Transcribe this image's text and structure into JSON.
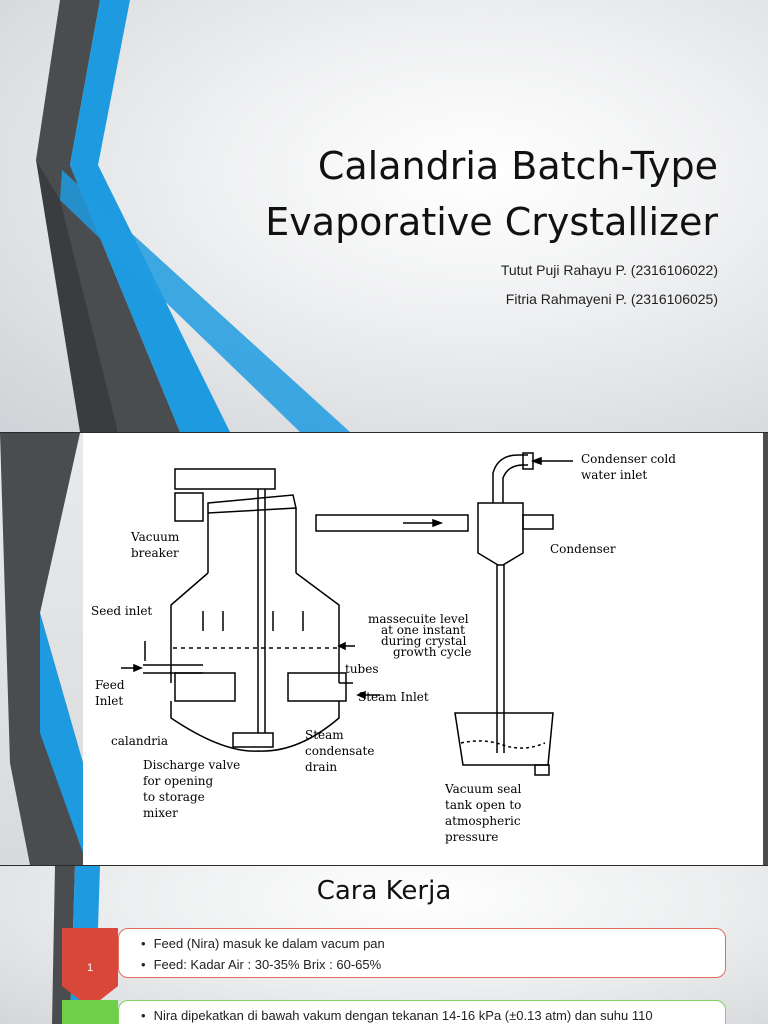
{
  "slide1": {
    "title_line1": "Calandria Batch-Type",
    "title_line2": "Evaporative Crystallizer",
    "author1": "Tutut Puji Rahayu P.  (2316106022)",
    "author2": "Fitria Rahmayeni P.   (2316106025)"
  },
  "slide2": {
    "labels": {
      "condenser_cold": "Condenser cold",
      "water_inlet": "water inlet",
      "condenser": "Condenser",
      "vacuum": "Vacuum",
      "breaker": "breaker",
      "seed_inlet": "Seed inlet",
      "massecuite1": "massecuite level",
      "massecuite2": "at one instant",
      "massecuite3": "during crystal",
      "massecuite4": "growth cycle",
      "tubes": "tubes",
      "feed": "Feed",
      "inlet": "Inlet",
      "steam_inlet": "Steam Inlet",
      "calandria": "calandria",
      "steam": "Steam",
      "condensate": "condensate",
      "drain": "drain",
      "discharge1": "Discharge valve",
      "discharge2": "for opening",
      "discharge3": "to storage",
      "discharge4": "mixer",
      "vacseal1": "Vacuum seal",
      "vacseal2": "tank open to",
      "vacseal3": "atmospheric",
      "vacseal4": "pressure"
    }
  },
  "slide3": {
    "heading": "Cara Kerja",
    "step1_number": "1",
    "step1_item1": "Feed (Nira) masuk ke dalam vacum pan",
    "step1_item2": "Feed: Kadar Air : 30-35% Brix      : 60-65%",
    "step2_item1": "Nira dipekatkan di bawah vakum dengan tekanan 14-16 kPa (±0.13 atm) dan suhu 110"
  },
  "colors": {
    "accent_blue": "#1e9be0",
    "dark_stripe": "#4a4d50",
    "step1_red": "#d9463a",
    "step2_green": "#6fcf4a"
  }
}
